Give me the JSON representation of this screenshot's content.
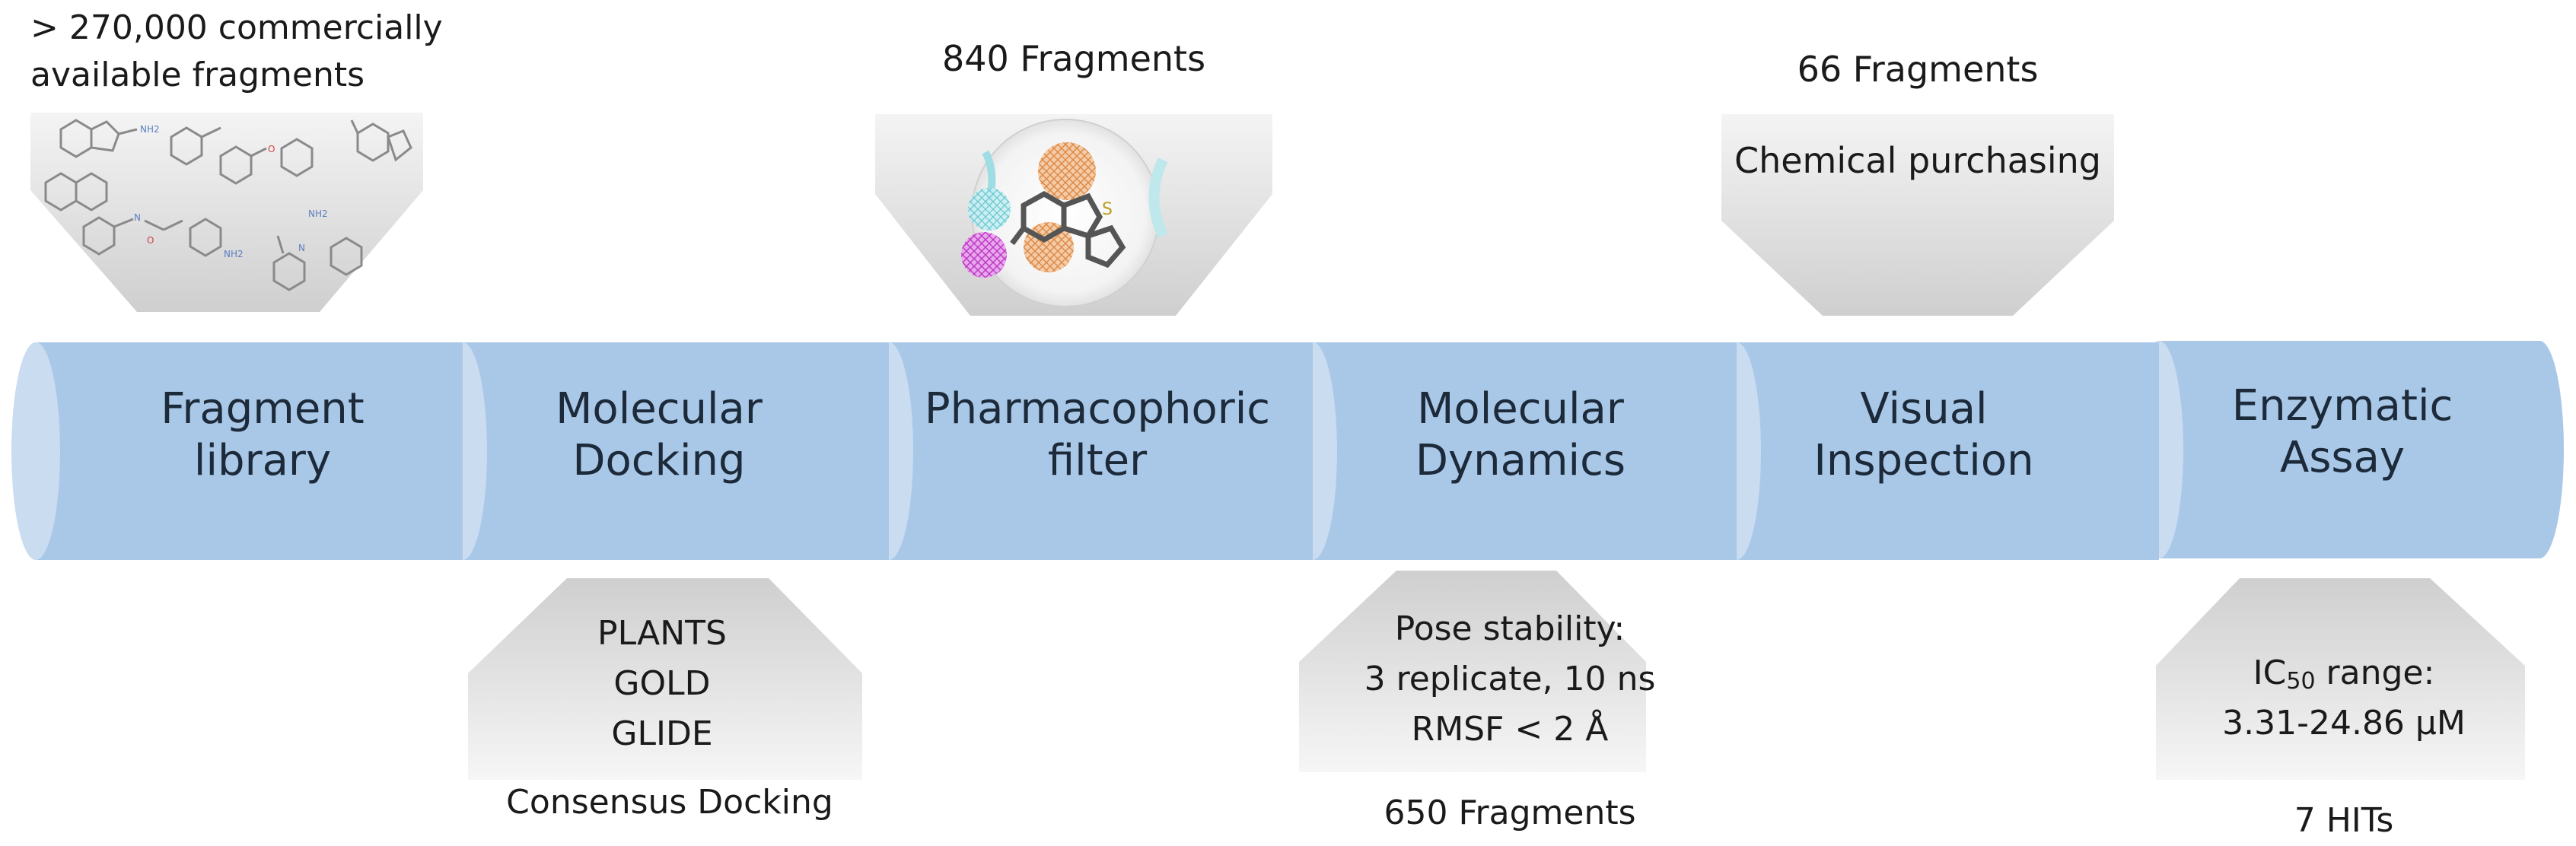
{
  "colors": {
    "pipe_body": "#a9c8e8",
    "pipe_cap": "#c6dbef",
    "funnel_top": "#d6d6d6",
    "funnel_bottom": "#f3f3f3",
    "pharm_orange": "#e8a066",
    "pharm_pink": "#d24bd6",
    "pharm_cyan": "#7fd3dc"
  },
  "top_annotations": {
    "library_count": "> 270,000 commercially\navailable fragments",
    "pharm_count": "840 Fragments",
    "visual_count": "66 Fragments",
    "visual_note": "Chemical purchasing"
  },
  "stages": [
    {
      "line1": "Fragment",
      "line2": "library"
    },
    {
      "line1": "Molecular",
      "line2": "Docking"
    },
    {
      "line1": "Pharmacophoric",
      "line2": "filter"
    },
    {
      "line1": "Molecular",
      "line2": "Dynamics"
    },
    {
      "line1": "Visual",
      "line2": "Inspection"
    },
    {
      "line1": "Enzymatic",
      "line2": "Assay"
    }
  ],
  "bottom_annotations": {
    "docking_programs": [
      "PLANTS",
      "GOLD",
      "GLIDE"
    ],
    "docking_method": "Consensus Docking",
    "md_line1": "Pose stability:",
    "md_line2": "3 replicate, 10 ns",
    "md_line3": "RMSF < 2 Å",
    "md_count": "650 Fragments",
    "assay_ic_prefix": "IC",
    "assay_ic_sub": "50",
    "assay_ic_suffix": " range:",
    "assay_range": "3.31-24.86 µM",
    "assay_hits": "7 HITs"
  }
}
